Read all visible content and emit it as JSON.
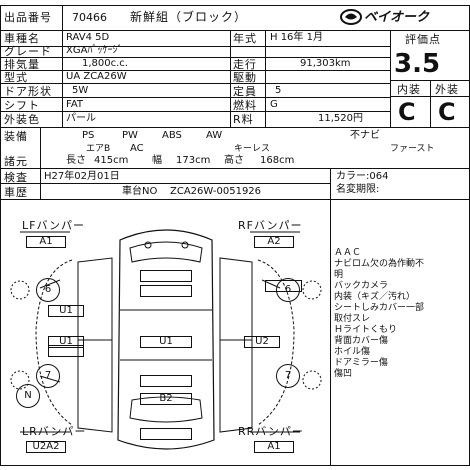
{
  "header": {
    "lot_label": "出品番号",
    "lot_number": "70466",
    "freshness": "新鮮組（ブロック）",
    "brand_logo_text": "ベイオーク"
  },
  "grade_box": {
    "header": "評価点",
    "score": "3.5",
    "interior_label": "内装",
    "exterior_label": "外装",
    "interior_grade": "C",
    "exterior_grade": "C"
  },
  "specs": {
    "model_name_label": "車種名",
    "model_name": "RAV4 5D",
    "grade_label": "グレード",
    "grade": "XGAﾊﾟｯｹｰｼﾞ",
    "displacement_label": "排気量",
    "displacement": "1,800c.c.",
    "type_label": "型式",
    "type": "UA ZCA26W",
    "doors_label": "ドア形状",
    "doors": "5W",
    "shift_label": "シフト",
    "shift": "FAT",
    "color_label": "外装色",
    "color": "パール",
    "year_label": "年式",
    "year": "H 16年 1月",
    "mileage_label": "走行",
    "mileage": "91,303km",
    "drive_label": "駆動",
    "drive": "",
    "capacity_label": "定員",
    "capacity": "5",
    "fuel_label": "燃料",
    "fuel": "G",
    "recycle_label": "R料",
    "recycle": "11,520円"
  },
  "equipment": {
    "label": "装備",
    "row1": [
      "PS",
      "PW",
      "ABS",
      "AW"
    ],
    "row1_right": "不ナビ",
    "row2": [
      "エアB",
      "AC"
    ],
    "row2_mid": "キーレス",
    "row2_right": "ファースト"
  },
  "dimensions": {
    "label": "諸元",
    "length_label": "長さ",
    "length": "415cm",
    "width_label": "幅",
    "width": "173cm",
    "height_label": "高さ",
    "height": "168cm"
  },
  "inspection": {
    "label": "検査",
    "value": "H27年02月01日",
    "history_label": "車歴",
    "chassis_label": "車台NO",
    "chassis": "ZCA26W-0051926",
    "color_code": "カラー:064",
    "transfer_label": "名変期限:"
  },
  "diagram": {
    "lf_label": "LFバンパー",
    "lf_code": "A1",
    "rf_label": "RFバンパー",
    "rf_code": "A2",
    "lr_label": "LRバンパー",
    "lr_code": "U2A2",
    "rr_label": "RRバンパー",
    "rr_code": "A1",
    "left_front_circle": "6",
    "right_front_circle": "6",
    "left_rear_circle": "7",
    "right_rear_circle": "7",
    "n_circle": "N",
    "left_door_front": "U1",
    "left_door_rear": "U1",
    "center_mid": "U1",
    "right_door_rear": "U2",
    "rear_code": "B2"
  },
  "notes": [
    "ＡＡＣ",
    "ナビロム欠の為作動不",
    "明",
    "バックカメラ",
    "内装（キズ／汚れ）",
    "シートしみカバー一部",
    "取付スレ",
    "Ｈライトくもり",
    "背面カバー傷",
    "ホイル傷",
    "ドアミラー傷",
    "傷凹"
  ]
}
